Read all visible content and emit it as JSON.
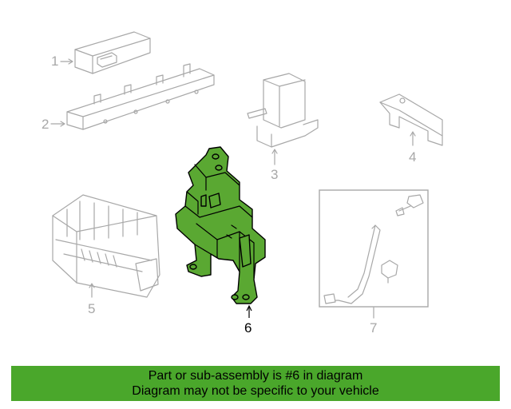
{
  "diagram": {
    "callouts": [
      {
        "id": 1,
        "label": "1"
      },
      {
        "id": 2,
        "label": "2"
      },
      {
        "id": 3,
        "label": "3"
      },
      {
        "id": 4,
        "label": "4"
      },
      {
        "id": 5,
        "label": "5"
      },
      {
        "id": 6,
        "label": "6"
      },
      {
        "id": 7,
        "label": "7"
      }
    ],
    "highlighted_part": 6
  },
  "colors": {
    "highlight": "#5aa832",
    "banner": "#4aa72b",
    "ghost_lines": "#a8a8a8"
  },
  "banner": {
    "line1": "Part or sub-assembly is #6 in diagram",
    "line2": "Diagram may not be specific to your vehicle"
  }
}
